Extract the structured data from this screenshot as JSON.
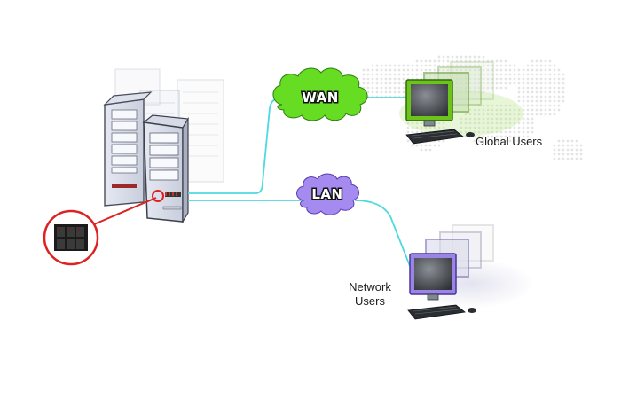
{
  "diagram": {
    "nodes": {
      "wan_cloud": {
        "label": "WAN",
        "color": "#66dd22"
      },
      "lan_cloud": {
        "label": "LAN",
        "color": "#a58af0"
      },
      "global_users": {
        "label": "Global Users"
      },
      "network_users": {
        "label_line1": "Network",
        "label_line2": "Users"
      }
    },
    "link_color": "#4dd9e0",
    "highlight_color": "#dd2222"
  }
}
